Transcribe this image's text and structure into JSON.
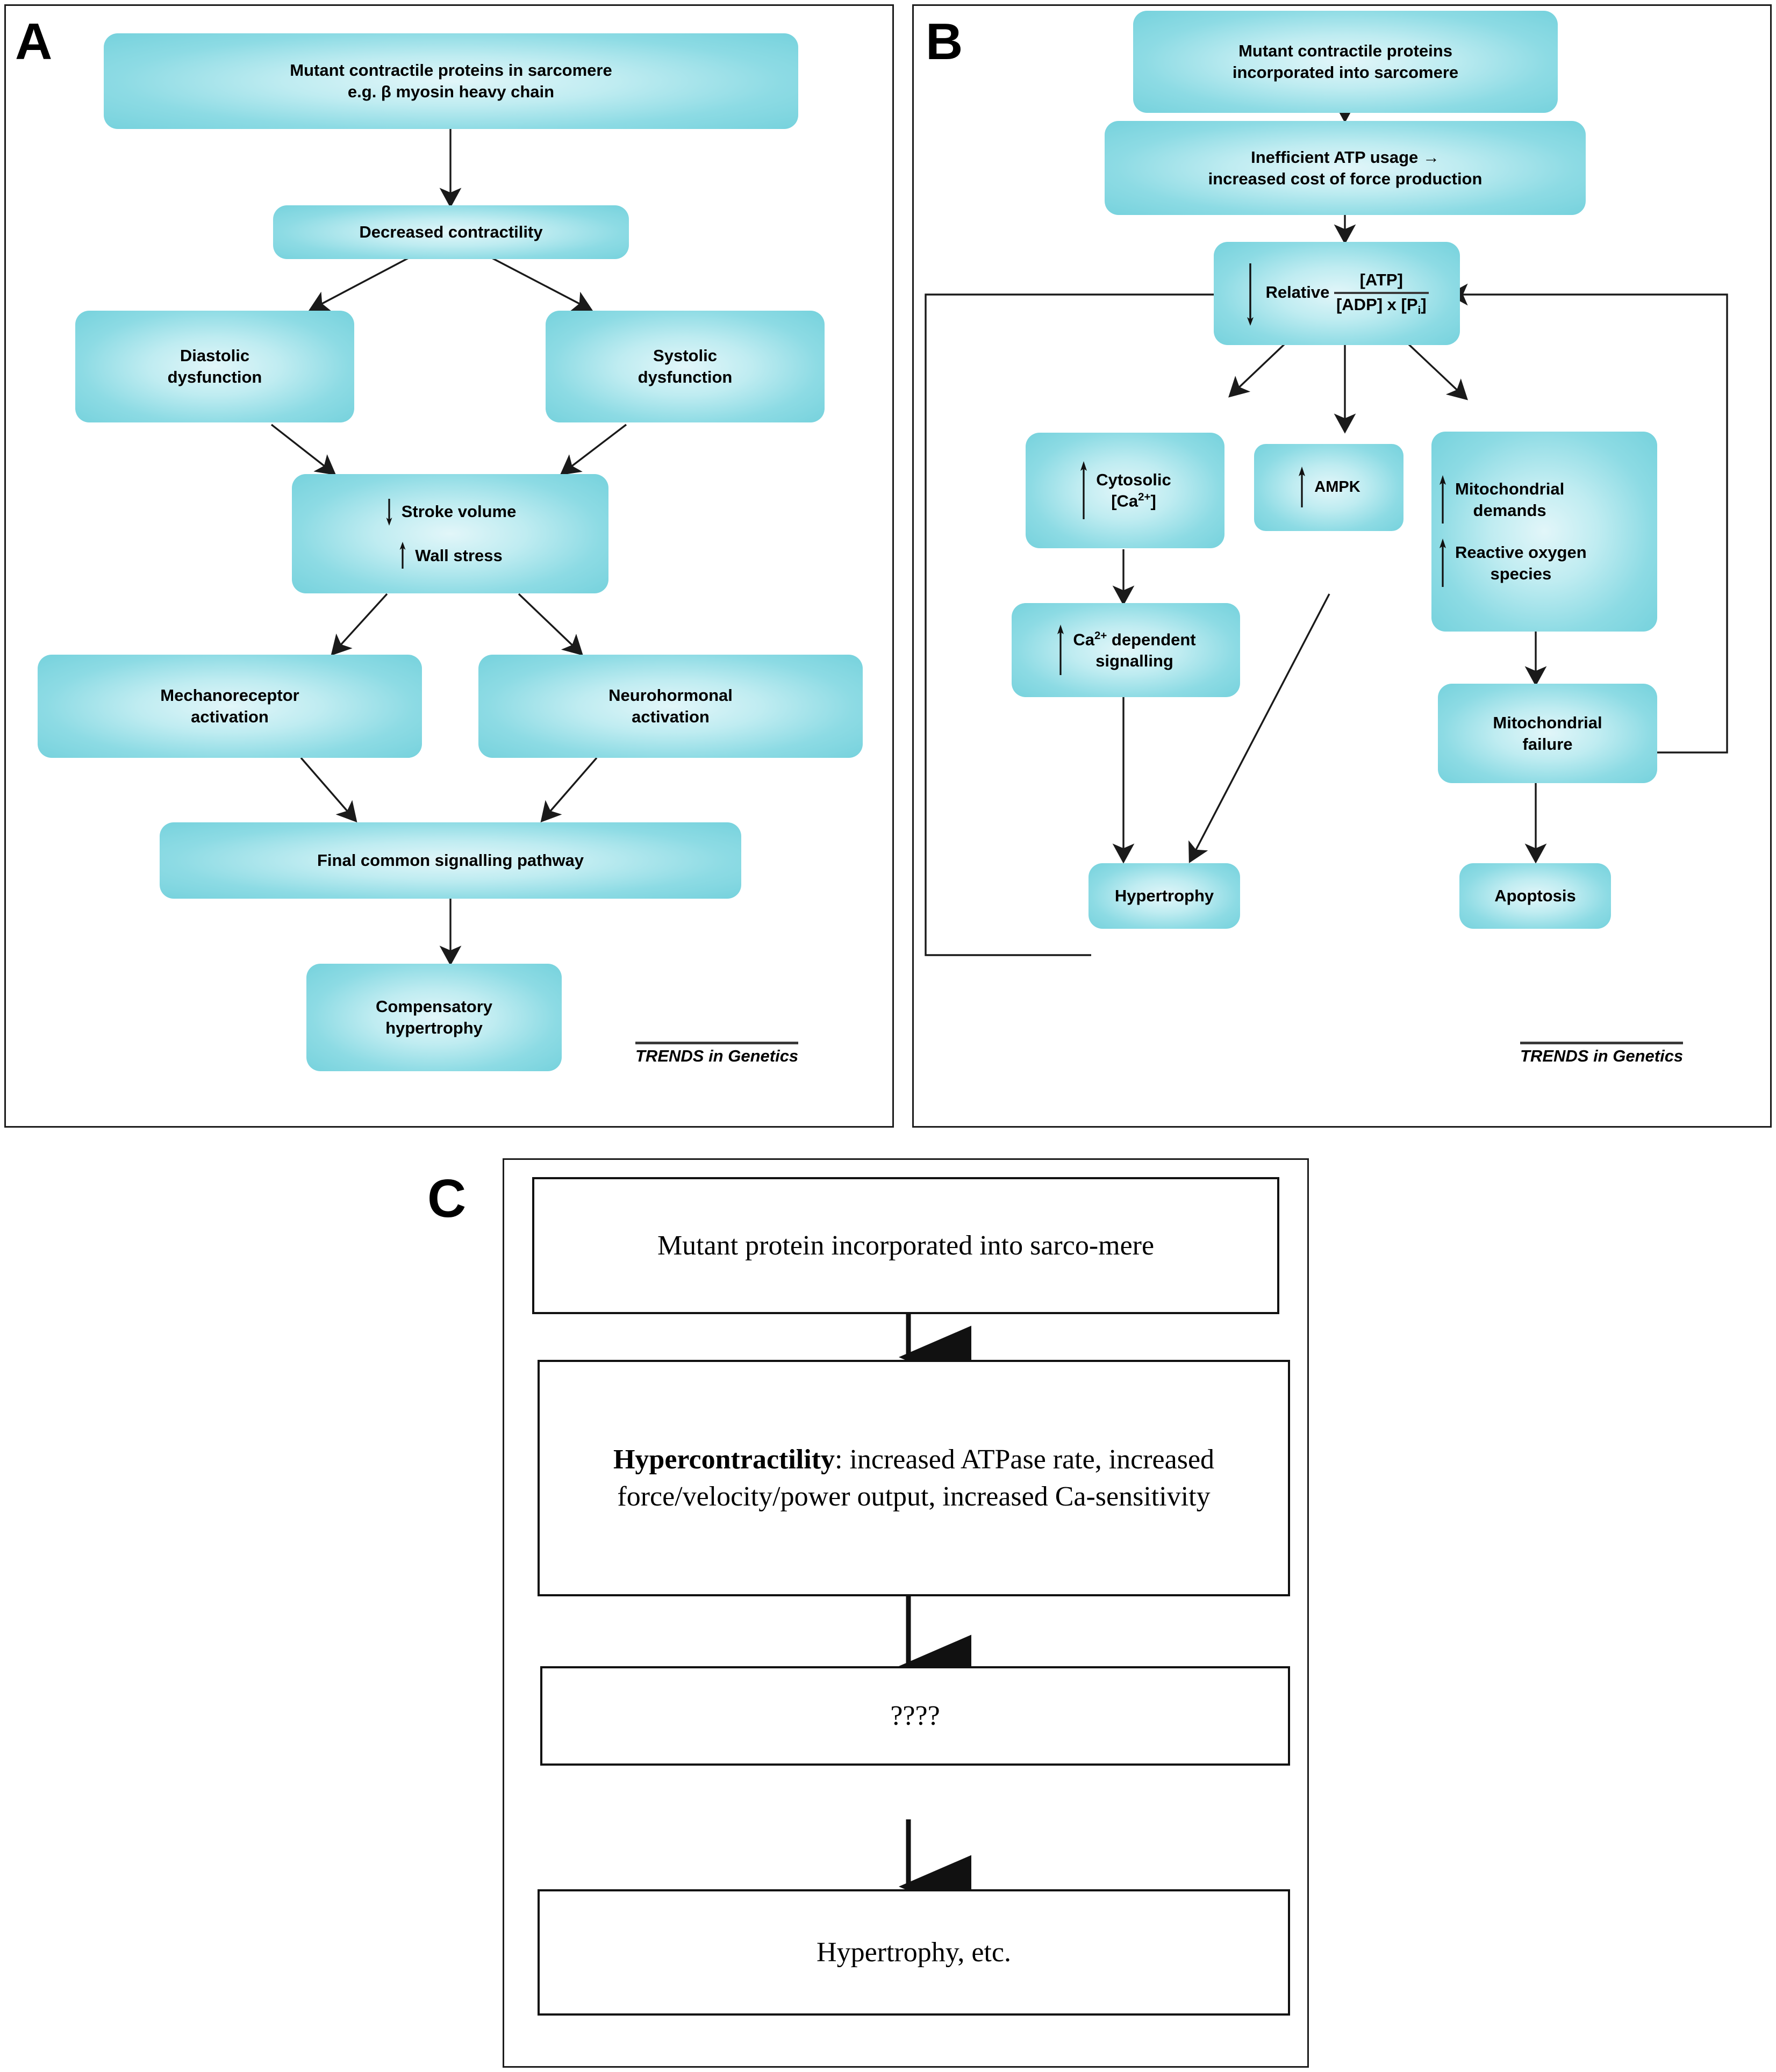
{
  "panels": {
    "a": {
      "letter": "A",
      "credit": "TRENDS in Genetics",
      "nodes": {
        "mutant_proteins": "Mutant contractile proteins in sarcomere\ne.g. β myosin heavy chain",
        "mutant_proteins_l1": "Mutant contractile proteins in sarcomere",
        "mutant_proteins_l2": "e.g. β myosin heavy chain",
        "decreased_contractility": "Decreased contractility",
        "diastolic_l1": "Diastolic",
        "diastolic_l2": "dysfunction",
        "systolic_l1": "Systolic",
        "systolic_l2": "dysfunction",
        "stroke_volume": "Stroke volume",
        "wall_stress": "Wall stress",
        "mechano_l1": "Mechanoreceptor",
        "mechano_l2": "activation",
        "neuro_l1": "Neurohormonal",
        "neuro_l2": "activation",
        "final_pathway": "Final common signalling pathway",
        "compensatory_l1": "Compensatory",
        "compensatory_l2": "hypertrophy"
      }
    },
    "b": {
      "letter": "B",
      "credit": "TRENDS in Genetics",
      "nodes": {
        "mutant_l1": "Mutant contractile proteins",
        "mutant_l2": "incorporated into sarcomere",
        "atp_usage_l1": "Inefficient ATP usage →",
        "atp_usage_l2": "increased cost of force production",
        "relative_label": "Relative",
        "relative_num": "[ATP]",
        "relative_den": "[ADP] x [P",
        "relative_den_sub": "i",
        "relative_den_end": "]",
        "cytosolic_l1": "Cytosolic",
        "cytosolic_l2_pre": "[Ca",
        "cytosolic_l2_sup": "2+",
        "cytosolic_l2_post": "]",
        "ampk": "AMPK",
        "mito_l1": "Mitochondrial",
        "mito_l2": "demands",
        "mito_l3": "Reactive oxygen",
        "mito_l4": "species",
        "ca_dep_pre": "Ca",
        "ca_dep_sup": "2+",
        "ca_dep_post": " dependent",
        "ca_dep_l2": "signalling",
        "mito_failure_l1": "Mitochondrial",
        "mito_failure_l2": "failure",
        "hypertrophy": "Hypertrophy",
        "apoptosis": "Apoptosis"
      }
    },
    "c": {
      "letter": "C",
      "boxes": {
        "mutant_protein": "Mutant protein incorporated into sarco-mere",
        "hyper_bold": "Hypercontractility",
        "hyper_rest": ": increased ATPase rate, increased force/velocity/power output, increased Ca-sensitivity",
        "unknown": "????",
        "hypertrophy_etc": "Hypertrophy, etc."
      }
    }
  },
  "colors": {
    "node_fill_edge": "#74d1dc",
    "node_fill_center": "#e2f6f9",
    "stroke": "#3a3a3a",
    "frame": "#1c1c1c",
    "text": "#000000"
  }
}
